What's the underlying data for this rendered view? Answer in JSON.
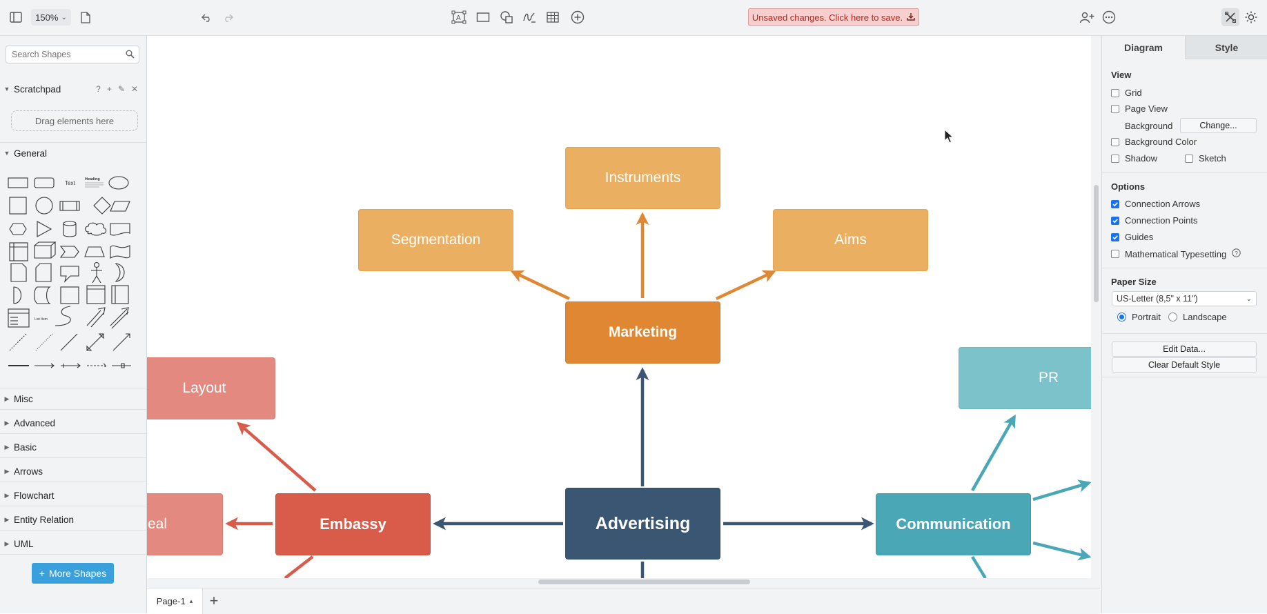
{
  "toolbar": {
    "zoom": "150%",
    "save_banner": "Unsaved changes. Click here to save."
  },
  "sidebar": {
    "search_placeholder": "Search Shapes",
    "scratchpad": {
      "label": "Scratchpad",
      "help": "?",
      "dropzone": "Drag elements here"
    },
    "general_label": "General",
    "shape_text_label": "Text",
    "shape_heading_label": "Heading",
    "shape_list_label": "List Item",
    "categories": [
      "Misc",
      "Advanced",
      "Basic",
      "Arrows",
      "Flowchart",
      "Entity Relation",
      "UML"
    ],
    "more_shapes": "More Shapes"
  },
  "diagram": {
    "nodes": {
      "instruments": "Instruments",
      "segmentation": "Segmentation",
      "aims": "Aims",
      "marketing": "Marketing",
      "layout": "Layout",
      "appeal_partial": "peal",
      "embassy": "Embassy",
      "advertising": "Advertising",
      "communication": "Communication",
      "pr": "PR"
    },
    "colors": {
      "light_orange": "#ebaf62",
      "orange": "#e08733",
      "light_red": "#e4897f",
      "red": "#d95b4a",
      "navy": "#3a5673",
      "teal": "#4aa7b6",
      "light_teal": "#7bc2cb"
    }
  },
  "pages": {
    "current": "Page-1"
  },
  "panel": {
    "tabs": [
      "Diagram",
      "Style"
    ],
    "view_title": "View",
    "grid": "Grid",
    "page_view": "Page View",
    "background": "Background",
    "change_btn": "Change...",
    "background_color": "Background Color",
    "shadow": "Shadow",
    "sketch": "Sketch",
    "options_title": "Options",
    "connection_arrows": "Connection Arrows",
    "connection_points": "Connection Points",
    "guides": "Guides",
    "math_typesetting": "Mathematical Typesetting",
    "paper_size_title": "Paper Size",
    "paper_size_value": "US-Letter (8,5\" x 11\")",
    "portrait": "Portrait",
    "landscape": "Landscape",
    "edit_data": "Edit Data...",
    "clear_default_style": "Clear Default Style"
  }
}
